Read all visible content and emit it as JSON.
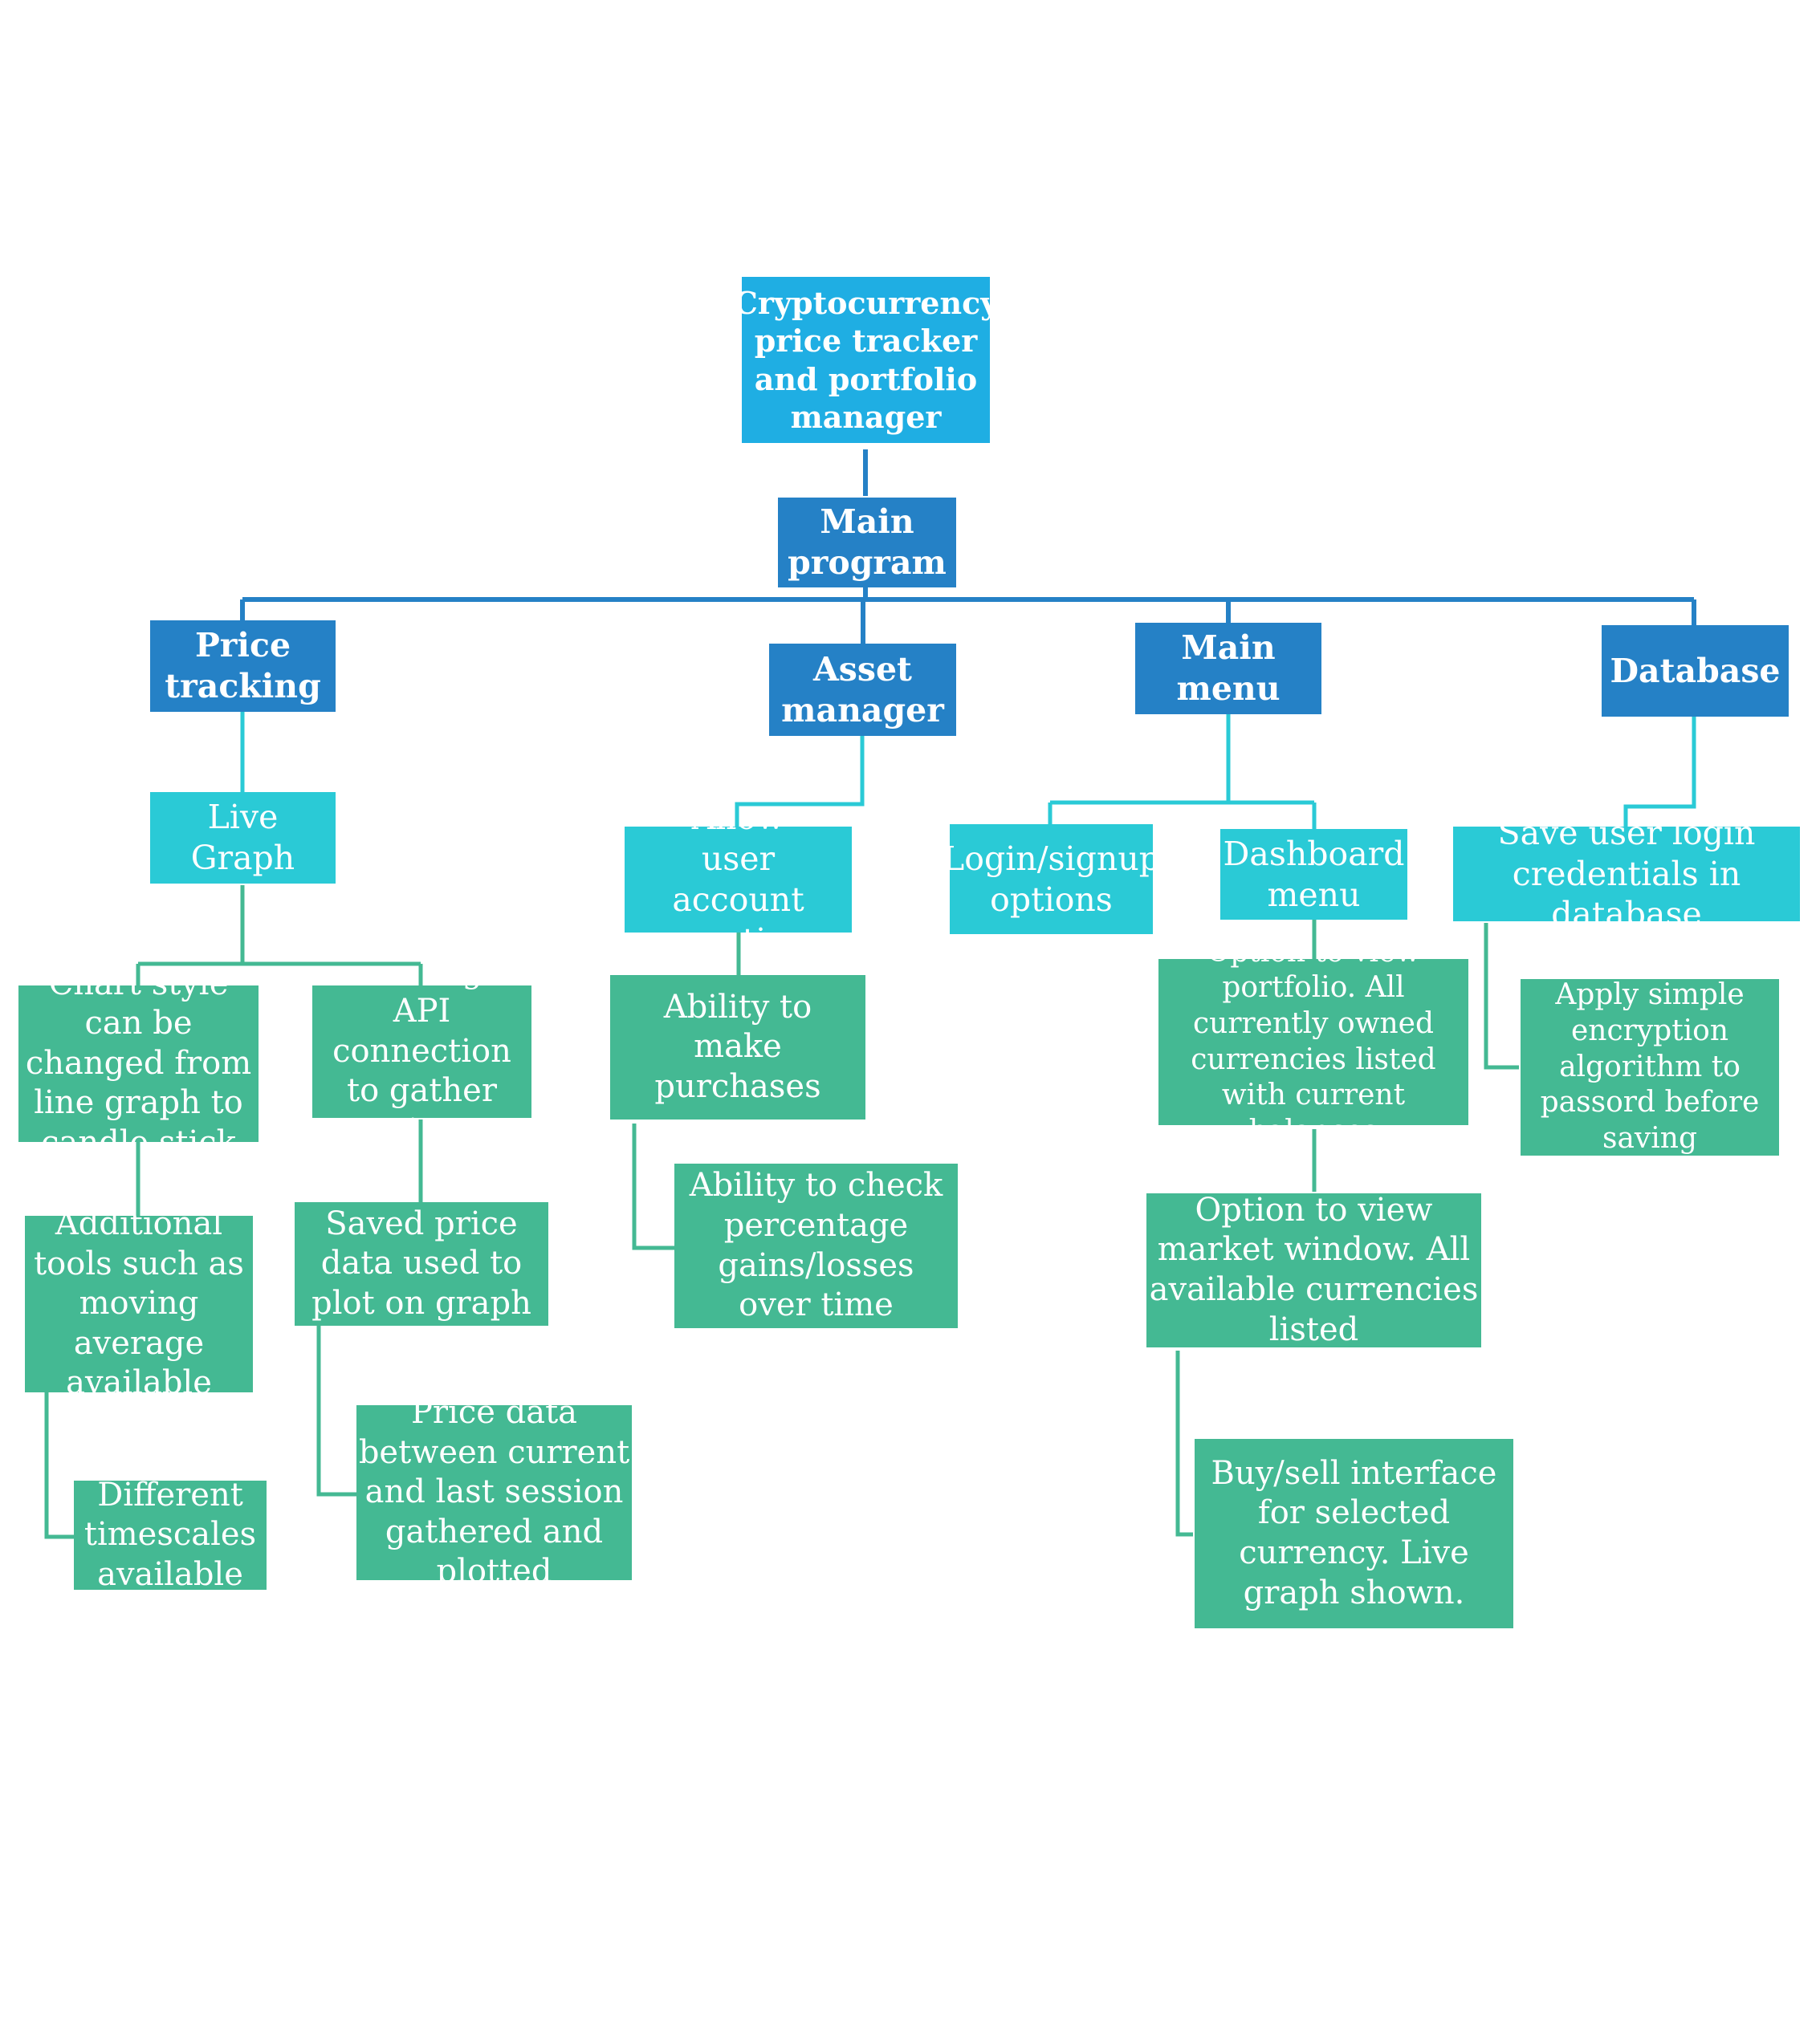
{
  "root": {
    "label": "Cryptocurrency price tracker and portfolio manager"
  },
  "main_program": {
    "label": "Main program"
  },
  "branches": {
    "price_tracking": {
      "label": "Price tracking",
      "live_graph": "Live Graph",
      "chart_style": "Chart style can be changed from line graph to candle stick",
      "exchange_api": "Exchange API connection to gather prices",
      "additional_tools": "Additional tools such as moving average available",
      "saved_price_data": "Saved price data used to plot on graph",
      "different_timescales": "Different timescales available",
      "price_data_between": "Price data between current and last session gathered and plotted"
    },
    "asset_manager": {
      "label": "Asset manager",
      "allow_account": "Allow user account creation",
      "make_purchases": "Ability to make purchases",
      "check_gains": "Ability to check percentage gains/losses over time"
    },
    "main_menu": {
      "label": "Main menu",
      "login_signup": "Login/signup options",
      "dashboard_menu": "Dashboard menu",
      "view_portfolio": "Option to view portfolio. All currently owned currencies listed with current balances",
      "view_market": "Option to view market window. All available currencies listed",
      "buy_sell": "Buy/sell interface for selected currency. Live graph shown."
    },
    "database": {
      "label": "Database",
      "save_credentials": "Save user login credentials in database",
      "encryption": "Apply simple encryption algorithm to passord before saving"
    }
  },
  "colors": {
    "root": "#1faee3",
    "level1": "#2581c6",
    "level2": "#2acad6",
    "level3": "#44b993",
    "connector_main": "#2581c6",
    "connector_sub": "#44b993"
  }
}
